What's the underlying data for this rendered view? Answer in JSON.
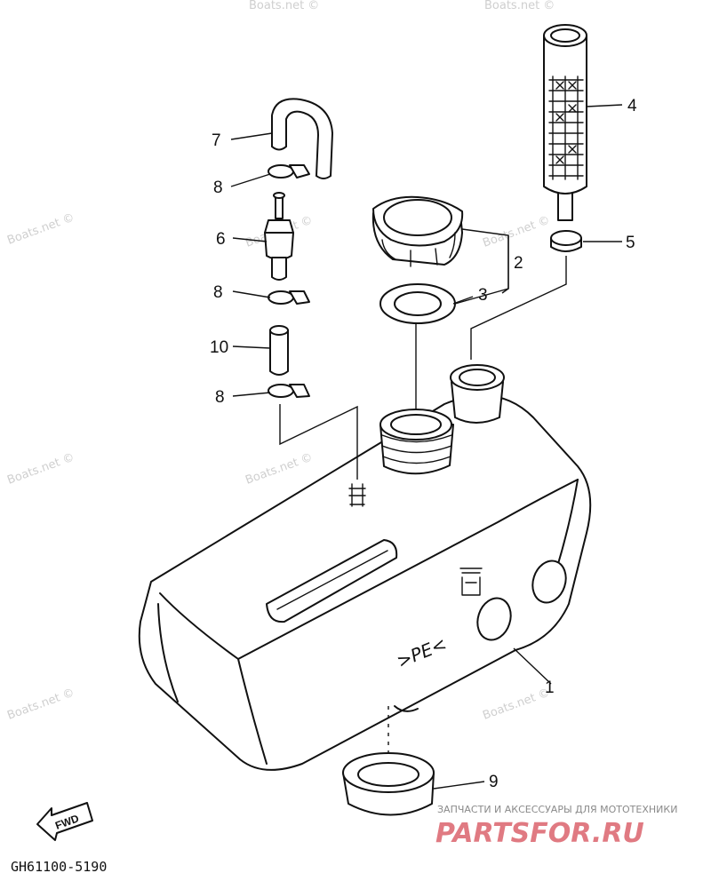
{
  "watermark": "Boats.net ©",
  "diagram_code": "GH61100-5190",
  "fwd_label": "FWD",
  "tank_marking": ">PE<",
  "banner": {
    "subtitle": "ЗАПЧАСТИ И АКСЕССУАРЫ ДЛЯ МОТОТЕХНИКИ",
    "brand": "PARTSFOR.RU"
  },
  "callouts": [
    "1",
    "2",
    "3",
    "4",
    "5",
    "6",
    "7",
    "8",
    "8",
    "8",
    "9",
    "10"
  ],
  "colors": {
    "ink": "#111111",
    "watermark": "#cfcfcf",
    "banner_brand": "#e07a82"
  }
}
